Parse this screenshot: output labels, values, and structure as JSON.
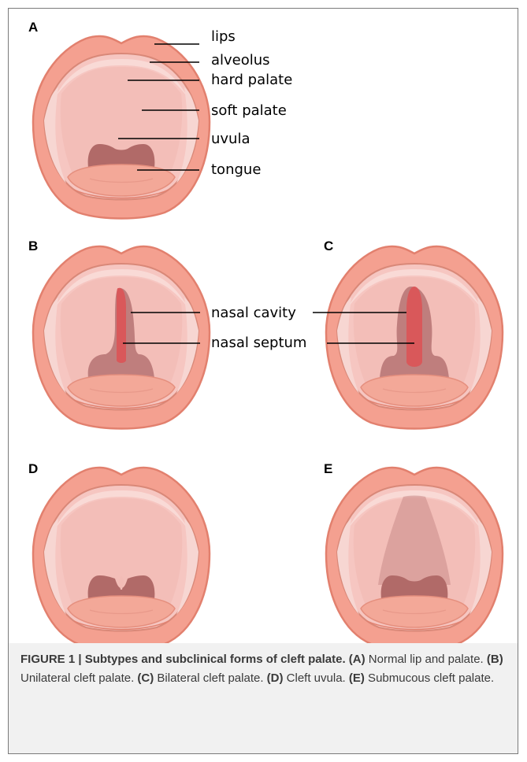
{
  "panels": {
    "A": "A",
    "B": "B",
    "C": "C",
    "D": "D",
    "E": "E"
  },
  "annotations": {
    "lips": "lips",
    "alveolus": "alveolus",
    "hard_palate": "hard palate",
    "soft_palate": "soft palate",
    "uvula": "uvula",
    "tongue": "tongue",
    "nasal_cavity": "nasal cavity",
    "nasal_septum": "nasal septum"
  },
  "caption": {
    "figure_title": "FIGURE 1 | Subtypes and subclinical forms of cleft palate.",
    "items": [
      {
        "key": "(A)",
        "text": " Normal lip and palate."
      },
      {
        "key": "(B)",
        "text": " Unilateral cleft palate."
      },
      {
        "key": "(C)",
        "text": " Bilateral cleft palate."
      },
      {
        "key": "(D)",
        "text": " Cleft uvula."
      },
      {
        "key": "(E)",
        "text": " Submucous cleft palate."
      }
    ]
  },
  "colors": {
    "lip": "#f4a090",
    "lip_edge": "#e2806e",
    "mouth_interior": "#f6c6c1",
    "palate": "#f2bcb6",
    "uvula": "#b16a68",
    "tongue": "#f3a898",
    "cleft_red": "#d9585a",
    "cleft_shade": "#b97777",
    "caption_bg": "#f1f1f1"
  }
}
